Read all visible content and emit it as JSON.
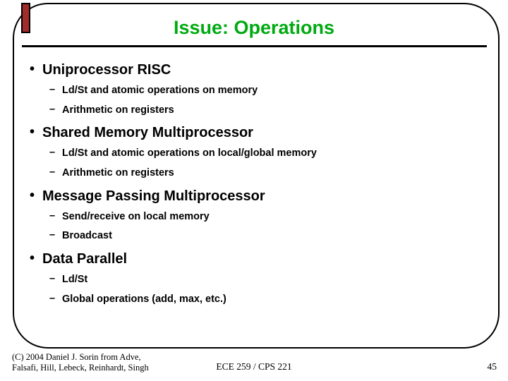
{
  "slide": {
    "title": "Issue: Operations",
    "title_color": "#00AA11",
    "bullet_glyph": "•",
    "sub_bullet_glyph": "–",
    "groups": [
      {
        "heading": "Uniprocessor RISC",
        "items": [
          "Ld/St and atomic operations on memory",
          "Arithmetic on registers"
        ]
      },
      {
        "heading": "Shared Memory Multiprocessor",
        "items": [
          "Ld/St and atomic operations on local/global memory",
          "Arithmetic on registers"
        ]
      },
      {
        "heading": "Message Passing Multiprocessor",
        "items": [
          "Send/receive on local memory",
          "Broadcast"
        ]
      },
      {
        "heading": "Data Parallel",
        "items": [
          "Ld/St",
          "Global operations (add, max, etc.)"
        ]
      }
    ]
  },
  "footer": {
    "credit_line1": "(C) 2004 Daniel J. Sorin from Adve,",
    "credit_line2": "Falsafi, Hill, Lebeck, Reinhardt, Singh",
    "course": "ECE 259 / CPS 221",
    "page_number": "45"
  },
  "decor": {
    "accent_color": "#A02C2C",
    "border_color": "#000000",
    "background_color": "#FFFFFF"
  }
}
